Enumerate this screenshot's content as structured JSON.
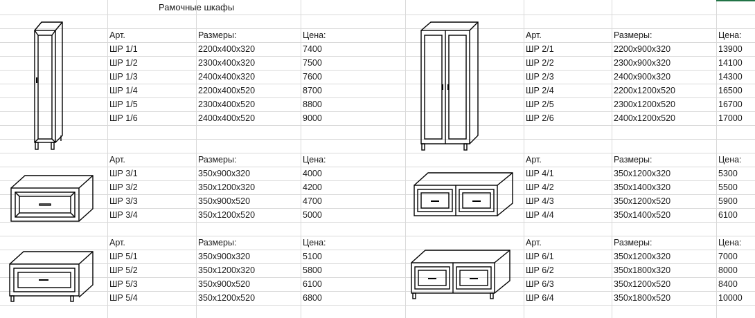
{
  "sheet_title": "Рамочные шкафы",
  "accent_color": "#217346",
  "header": {
    "art": "Арт.",
    "size": "Размеры:",
    "price": "Цена:"
  },
  "blocks": [
    {
      "icon": "tall-single-door-wardrobe-drawing",
      "rows": [
        [
          "ШР 1/1",
          "2200x400x320",
          "7400"
        ],
        [
          "ШР 1/2",
          "2300x400x320",
          "7500"
        ],
        [
          "ШР 1/3",
          "2400x400x320",
          "7600"
        ],
        [
          "ШР 1/4",
          "2200x400x520",
          "8700"
        ],
        [
          "ШР 1/5",
          "2300x400x520",
          "8800"
        ],
        [
          "ШР 1/6",
          "2400x400x520",
          "9000"
        ]
      ]
    },
    {
      "icon": "tall-double-door-wardrobe-drawing",
      "rows": [
        [
          "ШР 2/1",
          "2200x900x320",
          "13900"
        ],
        [
          "ШР 2/2",
          "2300x900x320",
          "14100"
        ],
        [
          "ШР 2/3",
          "2400x900x320",
          "14300"
        ],
        [
          "ШР 2/4",
          "2200x1200x520",
          "16500"
        ],
        [
          "ШР 2/5",
          "2300x1200x520",
          "16700"
        ],
        [
          "ШР 2/6",
          "2400x1200x520",
          "17000"
        ]
      ]
    },
    {
      "icon": "low-single-door-cabinet-drawing",
      "rows": [
        [
          "ШР 3/1",
          "350x900x320",
          "4000"
        ],
        [
          "ШР 3/2",
          "350x1200x320",
          "4200"
        ],
        [
          "ШР 3/3",
          "350x900x520",
          "4700"
        ],
        [
          "ШР 3/4",
          "350x1200x520",
          "5000"
        ]
      ]
    },
    {
      "icon": "low-double-door-cabinet-drawing",
      "rows": [
        [
          "ШР 4/1",
          "350x1200x320",
          "5300"
        ],
        [
          "ШР 4/2",
          "350x1400x320",
          "5500"
        ],
        [
          "ШР 4/3",
          "350x1200x520",
          "5900"
        ],
        [
          "ШР 4/4",
          "350x1400x520",
          "6100"
        ]
      ]
    },
    {
      "icon": "low-single-door-cabinet-on-legs-drawing",
      "rows": [
        [
          "ШР 5/1",
          "350x900x320",
          "5100"
        ],
        [
          "ШР 5/2",
          "350x1200x320",
          "5800"
        ],
        [
          "ШР 5/3",
          "350x900x520",
          "6100"
        ],
        [
          "ШР 5/4",
          "350x1200x520",
          "6800"
        ]
      ]
    },
    {
      "icon": "low-double-door-cabinet-on-legs-drawing",
      "rows": [
        [
          "ШР 6/1",
          "350x1200x320",
          "7000"
        ],
        [
          "ШР 6/2",
          "350x1800x320",
          "8000"
        ],
        [
          "ШР 6/3",
          "350x1200x520",
          "8400"
        ],
        [
          "ШР 6/4",
          "350x1800x520",
          "10000"
        ]
      ]
    }
  ]
}
